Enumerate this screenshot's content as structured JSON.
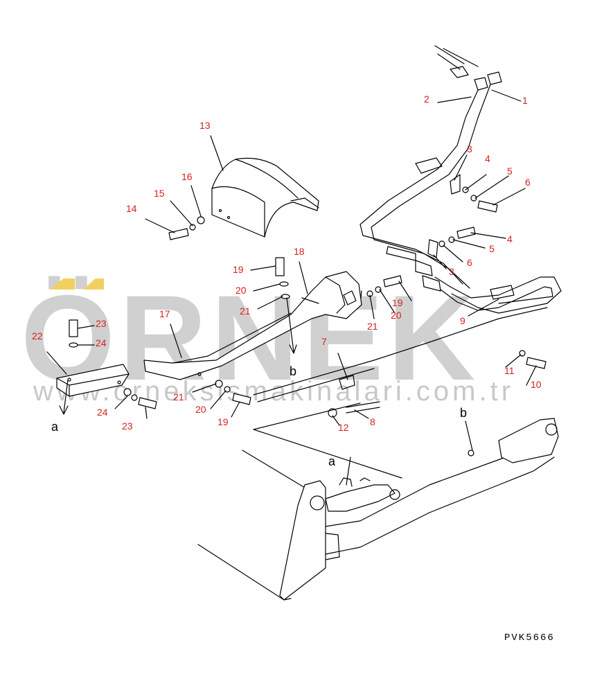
{
  "watermark": {
    "brand": "ÖRNEK",
    "url": "www.orneksismakinalari.com.tr",
    "brand_color": "#c8c8c8",
    "accent_color": "#f2d060"
  },
  "drawing_code": "PVK5666",
  "label_color": "#d62020",
  "callouts": [
    "1",
    "2",
    "3",
    "4",
    "5",
    "6",
    "3",
    "4",
    "5",
    "6",
    "7",
    "8",
    "9",
    "10",
    "11",
    "12",
    "13",
    "14",
    "15",
    "16",
    "17",
    "18",
    "19",
    "20",
    "21",
    "19",
    "20",
    "21",
    "19",
    "20",
    "21",
    "22",
    "23",
    "24",
    "23",
    "24"
  ],
  "refs": [
    "a",
    "a",
    "b",
    "b"
  ]
}
